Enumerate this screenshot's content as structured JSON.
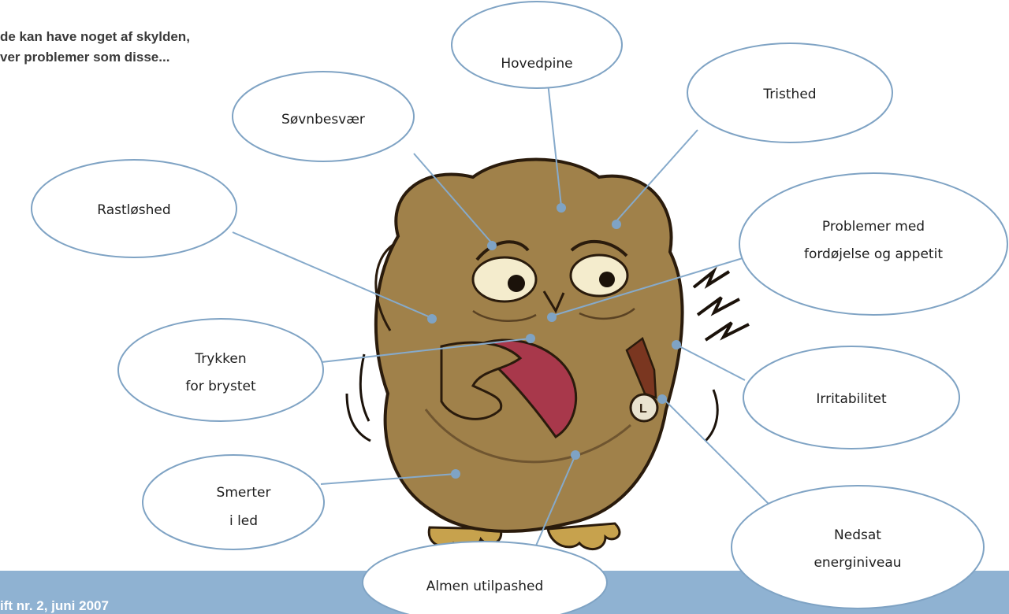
{
  "intro": {
    "line1": "de kan have noget af skylden,",
    "line2": "ver problemer som disse..."
  },
  "footer": {
    "text": "ift nr. 2, juni 2007"
  },
  "colors": {
    "bubble_stroke": "#7fa3c4",
    "connector": "#86aacb",
    "footer_band": "#8fb2d2",
    "owl_body": "#a0814a"
  },
  "symptoms": {
    "hovedpine": "Hovedpine",
    "sovnbesvaer": "Søvnbesvær",
    "tristhed": "Tristhed",
    "rastloshed": "Rastløshed",
    "problemer_line1": "Problemer med",
    "problemer_line2": "fordøjelse og appetit",
    "trykken_line1": "Trykken",
    "trykken_line2": "for brystet",
    "irritabilitet": "Irritabilitet",
    "smerter_line1": "Smerter",
    "smerter_line2": "i led",
    "nedsat_line1": "Nedsat",
    "nedsat_line2": "energiniveau",
    "almen": "Almen utilpashed"
  },
  "owl_badge_letter": "L"
}
